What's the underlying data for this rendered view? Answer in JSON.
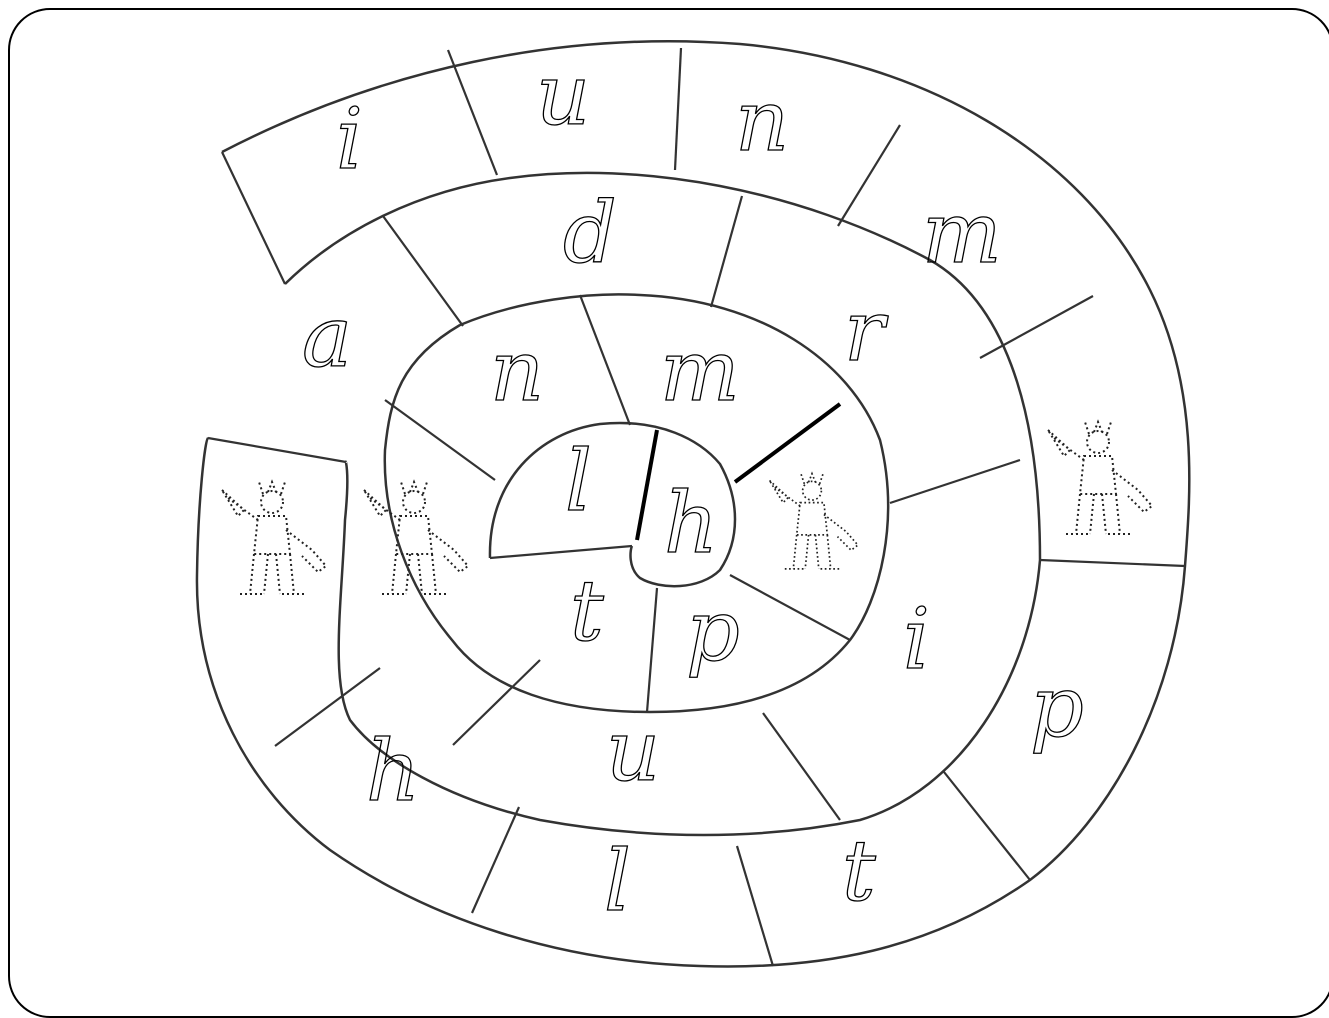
{
  "board": {
    "title": "",
    "lines": "#333333",
    "background": "#ffffff",
    "cells": [
      {
        "id": "outer-1",
        "letter": "i"
      },
      {
        "id": "outer-2",
        "letter": "u"
      },
      {
        "id": "outer-3",
        "letter": "n"
      },
      {
        "id": "outer-4",
        "letter": "m"
      },
      {
        "id": "outer-5",
        "icon": "goblin-figure-icon"
      },
      {
        "id": "outer-6",
        "letter": "p"
      },
      {
        "id": "outer-7",
        "letter": "t"
      },
      {
        "id": "outer-8",
        "letter": "l"
      },
      {
        "id": "outer-9",
        "letter": "h"
      },
      {
        "id": "outer-10",
        "icon": "goblin-figure-icon"
      },
      {
        "id": "middle-1",
        "letter": "a"
      },
      {
        "id": "middle-2",
        "letter": "d"
      },
      {
        "id": "middle-3",
        "letter": "r"
      },
      {
        "id": "middle-4",
        "letter": "i"
      },
      {
        "id": "middle-5",
        "letter": "u"
      },
      {
        "id": "middle-6",
        "icon": "goblin-figure-icon"
      },
      {
        "id": "inner-1",
        "letter": "n"
      },
      {
        "id": "inner-2",
        "letter": "m"
      },
      {
        "id": "inner-3",
        "icon": "goblin-figure-icon"
      },
      {
        "id": "inner-4",
        "letter": "p"
      },
      {
        "id": "inner-5",
        "letter": "t"
      },
      {
        "id": "inner-6",
        "letter": "l"
      },
      {
        "id": "center",
        "letter": "h"
      }
    ]
  }
}
